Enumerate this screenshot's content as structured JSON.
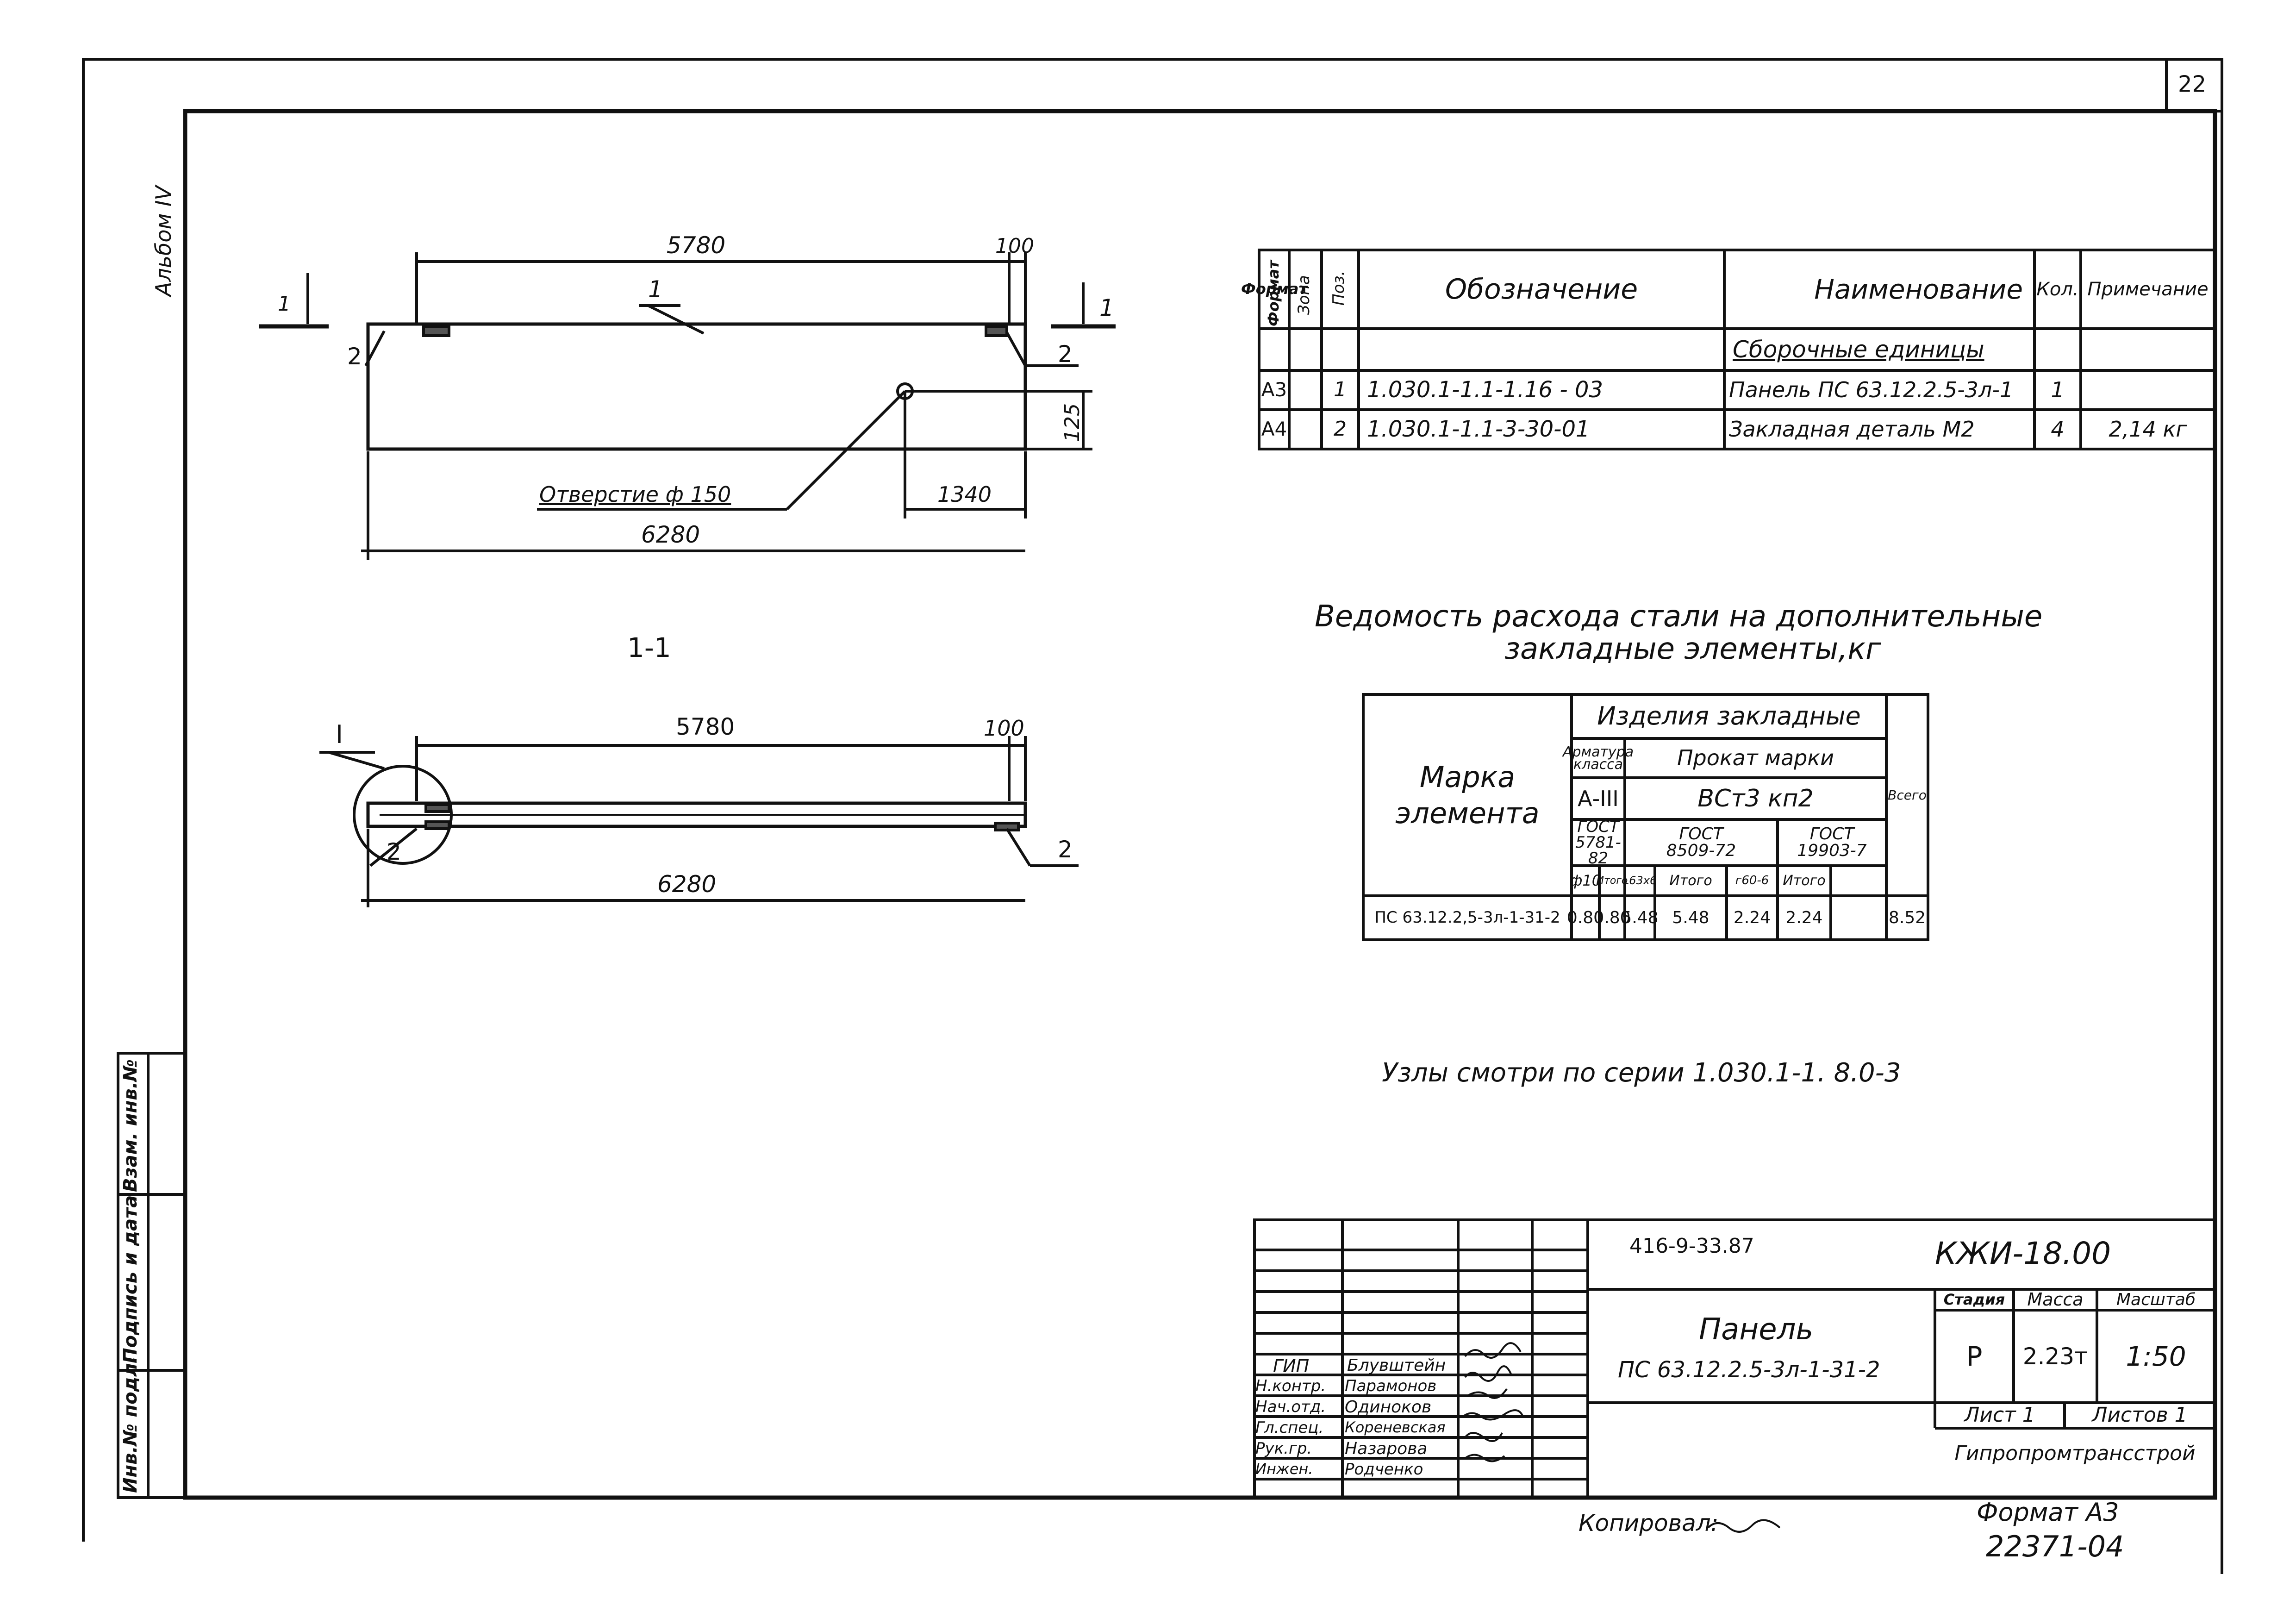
{
  "sheet": {
    "page_number": "22",
    "album": "Альбом IV",
    "left_strip": [
      "Инв.№ подл.",
      "Подпись и дата",
      "Взам. инв.№"
    ]
  },
  "drawing": {
    "plan": {
      "dim_top": "5780",
      "dim_top_right": "100",
      "dim_bottom": "6280",
      "dim_hole_offset": "1340",
      "dim_hole_height": "125",
      "hole_label": "Отверстие ф 150",
      "pos_1": "1",
      "pos_2_left": "2",
      "pos_2_right": "2",
      "section_mark_left": "1",
      "section_mark_right": "1"
    },
    "section": {
      "title": "1-1",
      "dim_top": "5780",
      "dim_top_right": "100",
      "dim_bottom": "6280",
      "callout": "I",
      "pos_2_left": "2",
      "pos_2_right": "2"
    }
  },
  "spec_table": {
    "headers": [
      "Формат",
      "Зона",
      "Поз.",
      "Обозначение",
      "Наименование",
      "Кол.",
      "Примечание"
    ],
    "section_row": "Сборочные единицы",
    "rows": [
      {
        "format": "А3",
        "zone": "",
        "pos": "1",
        "designation": "1.030.1-1.1-1.16 - 03",
        "name": "Панель ПС 63.12.2.5-3л-1",
        "qty": "1",
        "note": ""
      },
      {
        "format": "А4",
        "zone": "",
        "pos": "2",
        "designation": "1.030.1-1.1-3-30-01",
        "name": "Закладная деталь М2",
        "qty": "4",
        "note": "2,14 кг"
      }
    ]
  },
  "steel_table": {
    "title_line1": "Ведомость расхода стали на дополнительные",
    "title_line2": "закладные элементы,кг",
    "mark_header": "Марка элемента",
    "group_header": "Изделия закладные",
    "rebar_class_header": "Арматура класса",
    "rolled_header": "Прокат марки",
    "rebar_class": "А-III",
    "rolled_grade": "ВСт3 кп2",
    "gost_rebar": "ГОСТ 5781-82",
    "gost_rolled_1": "ГОСТ 8509-72",
    "gost_rolled_2": "ГОСТ 19903-7",
    "total_header": "Всего",
    "sub_headers": [
      "ф10",
      "Итого",
      "L63х6",
      "Итого",
      "г60-6",
      "Итого"
    ],
    "row": {
      "mark": "ПС 63.12.2,5-3л-1-31-2",
      "values": [
        "0.80",
        "0.80",
        "5.48",
        "5.48",
        "2.24",
        "2.24"
      ],
      "total": "8.52"
    }
  },
  "note": "Узлы смотри по серии 1.030.1-1. 8.0-3",
  "title_block": {
    "project_code": "416-9-33.87",
    "sheet_code": "КЖИ-18.00",
    "title_line1": "Панель",
    "title_line2": "ПС 63.12.2.5-3л-1-31-2",
    "stage_header": "Стадия",
    "mass_header": "Масса",
    "scale_header": "Масштаб",
    "stage": "Р",
    "mass": "2.23т",
    "scale": "1:50",
    "sheet_label": "Лист 1",
    "sheets_label": "Листов 1",
    "organization": "Гипропромтрансстрой",
    "signatures": [
      {
        "role": "ГИП",
        "name": "Блувштейн"
      },
      {
        "role": "Н.контр.",
        "name": "Парамонов"
      },
      {
        "role": "Нач.отд.",
        "name": "Одиноков"
      },
      {
        "role": "Гл.спец.",
        "name": "Кореневская"
      },
      {
        "role": "Рук.гр.",
        "name": "Назарова"
      },
      {
        "role": "Инжен.",
        "name": "Родченко"
      }
    ]
  },
  "footer": {
    "copied": "Копировал:",
    "format": "Формат А3",
    "inventory": "22371-04"
  }
}
